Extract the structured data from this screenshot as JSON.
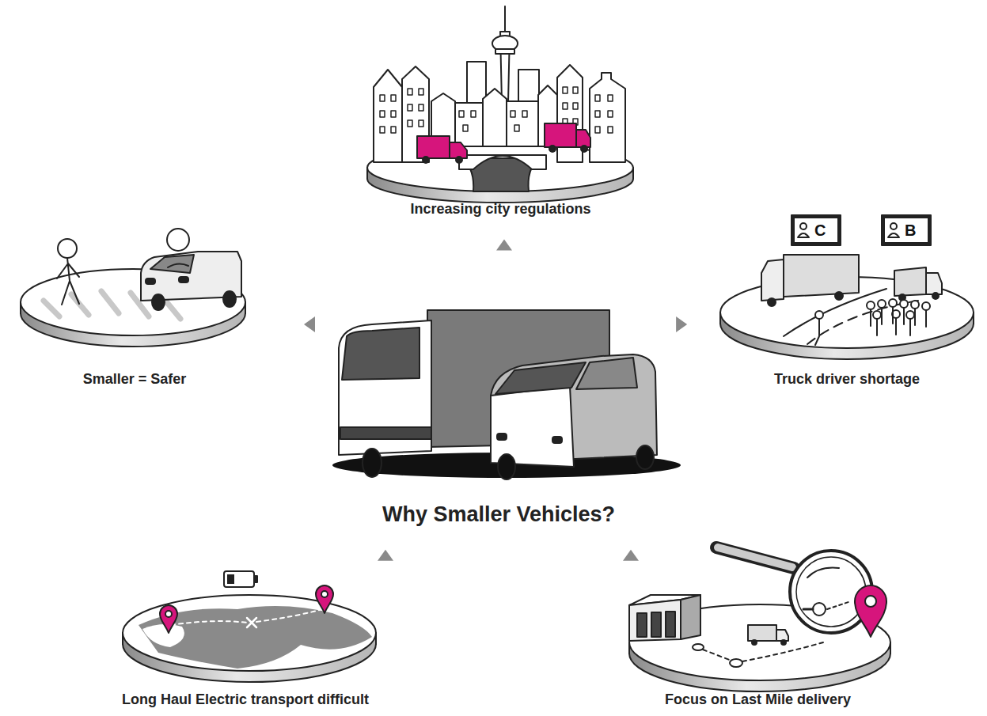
{
  "diagram": {
    "nodes": [
      {
        "text": [
          "Increasing city regulations"
        ]
      },
      {
        "text": [
          "Smaller = Safer"
        ]
      },
      {
        "text": [
          "Why Smaller Vehicles?"
        ]
      },
      {
        "text": [
          "Truck driver shortage"
        ]
      },
      {
        "text": [
          "Long Haul Electric transport difficult"
        ]
      },
      {
        "text": [
          "Focus on Last Mile delivery"
        ]
      }
    ],
    "edges": [
      {
        "from": 2,
        "to": 0,
        "arrow": "to"
      },
      {
        "from": 2,
        "to": 1,
        "arrow": "to"
      },
      {
        "from": 2,
        "to": 3,
        "arrow": "to"
      },
      {
        "from": 4,
        "to": 2,
        "arrow": "to"
      },
      {
        "from": 5,
        "to": 2,
        "arrow": "to"
      }
    ],
    "labels": [
      "C",
      "B"
    ]
  }
}
